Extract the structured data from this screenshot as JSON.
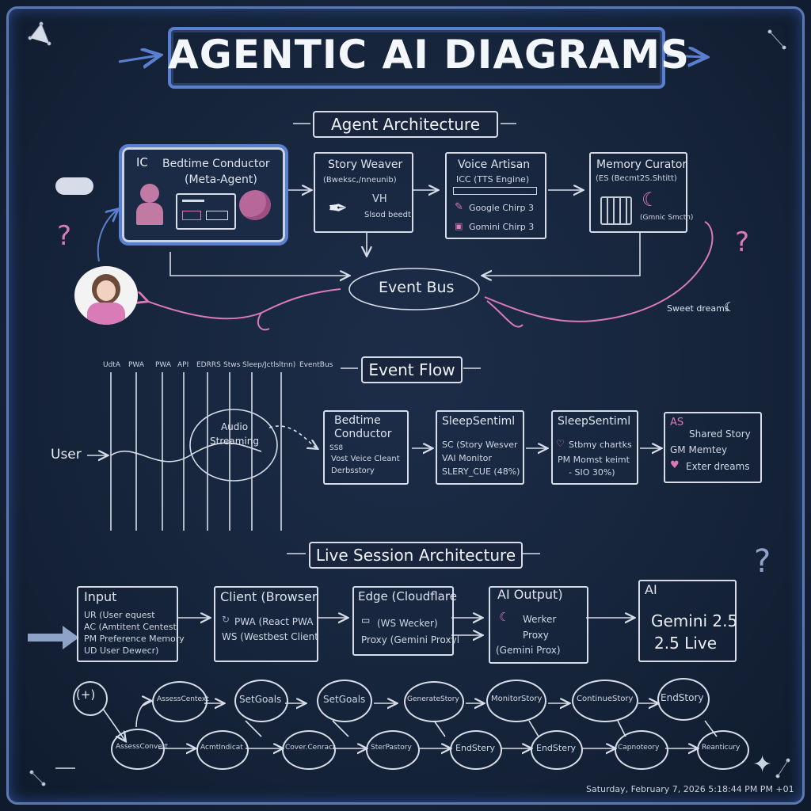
{
  "title": "AGENTIC AI DIAGRAMS",
  "sections": {
    "agent_architecture": "Agent Architecture",
    "event_flow": "Event Flow",
    "live_session": "Live Session Architecture"
  },
  "agent": {
    "conductor": {
      "title": "Bedtime Conductor",
      "subtitle": "(Meta-Agent)",
      "code": "IC"
    },
    "weaver": {
      "title": "Story Weaver",
      "line1": "(Bweksc,/nneunib)",
      "line2": "VH",
      "line3": "Slsod beedt"
    },
    "artisan": {
      "title": "Voice Artisan",
      "line1": "ICC (TTS Engine)",
      "line2": "Google Chirp 3",
      "line3": "Gomini Chirp 3"
    },
    "memory": {
      "title": "Memory Curator",
      "line1": "(ES (Becmt2S.Shtitt)",
      "line2": "(Gmnic Smcth)"
    },
    "event_bus": "Event Bus",
    "sweet_dreams": "Sweet dreams"
  },
  "flow": {
    "lanes": [
      "UdtA",
      "PWA",
      "PWA",
      "API",
      "EDRRS",
      "Stws",
      "Sleep/Jctlsltnn)",
      "EventBus"
    ],
    "user": "User",
    "audio": "Audio\nStreaming",
    "conductor": {
      "title": "Bedtime\nConductor",
      "line1": "SS8",
      "line2": "Vost Veice Cleant",
      "line3": "Derbsstory"
    },
    "sentinel1": {
      "title": "SleepSentiml",
      "line1": "SC (Story Wesver",
      "line2": "VAI  Monitor",
      "line3": "SLERY_CUE (48%)"
    },
    "sentinel2": {
      "title": "SleepSentiml",
      "line1": "Stbmy chartks",
      "line2": "PM  Momst keimt",
      "line3": "- SIO 30%)"
    },
    "output": {
      "title": "AS",
      "line1": "Shared Story",
      "line2": "GM  Memtey",
      "line3": "Exter dreams"
    }
  },
  "live": {
    "input": {
      "title": "Input",
      "lines": [
        "UR  (User equest",
        "AC  (Amtitent Centest",
        "PM  Preference Memory",
        "UD  User Dewecr)"
      ]
    },
    "client": {
      "title": "Client (Browser",
      "lines": [
        "PWA (React PWA",
        "WS  (Westbest Client"
      ]
    },
    "edge": {
      "title": "Edge (Cloudflare",
      "lines": [
        "(WS Wecker)",
        "Proxy (Gemini Proxyl"
      ]
    },
    "output": {
      "title": "AI  Output)",
      "lines": [
        "Werker",
        "Proxy",
        "(Gemini Prox)"
      ]
    },
    "ai": {
      "title": "AI",
      "line1": "Gemini 2.5",
      "line2": "2.5 Live"
    }
  },
  "states": {
    "start": "(+)",
    "top": [
      "AssessCentext",
      "SetGoals",
      "SetGoals",
      "GenerateStory",
      "MonitorStory",
      "ContinueStory",
      "EndStory"
    ],
    "bottom": [
      "AssessConvert",
      "AcmtIndicat",
      "Cover.Cenract",
      "SterPastory",
      "EndStery",
      "EndStery",
      "Capnoteory",
      "Reanticury"
    ]
  },
  "timestamp": "Saturday, February 7, 2026 5:18:44 PM PM +01",
  "colors": {
    "chalk": "#e9eef6",
    "accent": "#5b7fd0",
    "pink": "#d87bb6",
    "board": "#16243b"
  }
}
